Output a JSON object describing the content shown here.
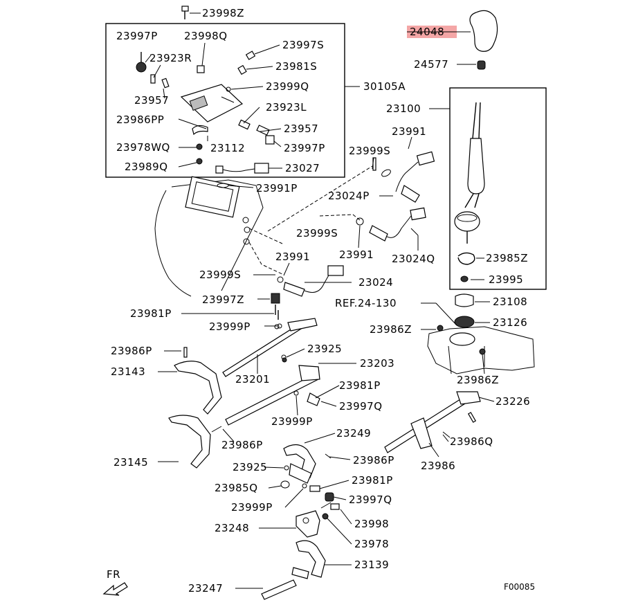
{
  "diagram": {
    "highlight_color": "#f4a6a6",
    "direction_label": "FR",
    "figure_code": "F00085",
    "parts": {
      "p23998Z": "23998Z",
      "p23997P": "23997P",
      "p23998Q": "23998Q",
      "p23997S": "23997S",
      "p23923R": "23923R",
      "p23981S": "23981S",
      "p23957a": "23957",
      "p23999Q": "23999Q",
      "p30105A": "30105A",
      "p23923L": "23923L",
      "p23986PP": "23986PP",
      "p23957b": "23957",
      "p23978WQ": "23978WQ",
      "p23112": "23112",
      "p23997Pb": "23997P",
      "p23989Q": "23989Q",
      "p23027": "23027",
      "p23991P": "23991P",
      "p24048": "24048",
      "p24577": "24577",
      "p23100": "23100",
      "p23991a": "23991",
      "p23999Sa": "23999S",
      "p23024P": "23024P",
      "p23999Sb": "23999S",
      "p23991b": "23991",
      "p23024Q": "23024Q",
      "p23985Z": "23985Z",
      "p23995": "23995",
      "p23999Sc": "23999S",
      "p23991c": "23991",
      "p23024": "23024",
      "p23997Z": "23997Z",
      "p23108": "23108",
      "ref": "REF.24-130",
      "p23981P": "23981P",
      "p23126": "23126",
      "p23999Pa": "23999P",
      "p23986Z": "23986Z",
      "p23986Pa": "23986P",
      "p23925a": "23925",
      "p23143": "23143",
      "p23201": "23201",
      "p23203": "23203",
      "p23986Zb": "23986Z",
      "p23981Pb": "23981P",
      "p23226": "23226",
      "p23997Q": "23997Q",
      "p23999Pb": "23999P",
      "p23986Q": "23986Q",
      "p23249": "23249",
      "p23145": "23145",
      "p23986Pb": "23986P",
      "p23986": "23986",
      "p23986Pc": "23986P",
      "p23925b": "23925",
      "p23981Pc": "23981P",
      "p23985Q": "23985Q",
      "p23997Qb": "23997Q",
      "p23999Pc": "23999P",
      "p23998": "23998",
      "p23248": "23248",
      "p23978": "23978",
      "p23139": "23139",
      "p23247": "23247"
    }
  }
}
